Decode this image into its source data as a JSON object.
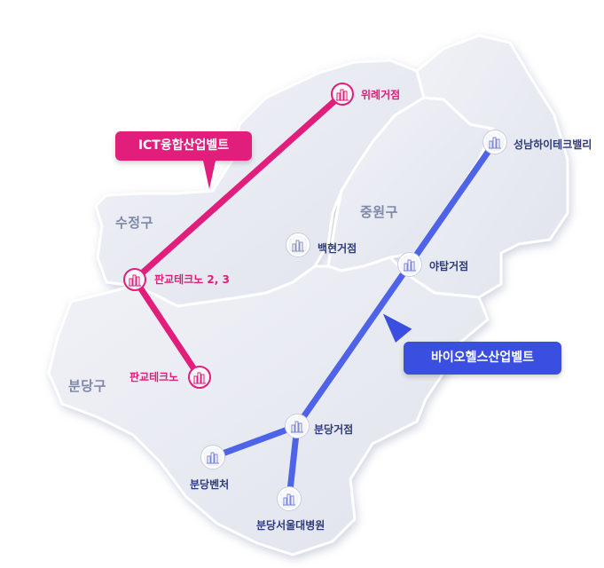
{
  "belts": {
    "ict": {
      "label": "ICT융합산업벨트",
      "color": "#e21e7c"
    },
    "bio": {
      "label": "바이오헬스산업벨트",
      "color": "#3a4fe0"
    }
  },
  "districts": {
    "sujeong": "수정구",
    "jungwon": "중원구",
    "bundang": "분당구"
  },
  "sites": {
    "wirye": "위례거점",
    "pangyo23": "판교테크노 2, 3",
    "pangyo": "판교테크노",
    "baekhyeon": "백현거점",
    "seongnam_hightech": "성남하이테크밸리",
    "yatap": "야탑거점",
    "bundang_hub": "분당거점",
    "bundang_venture": "분당벤처",
    "snu_bundang": "분당서울대병원"
  },
  "colors": {
    "map_fill": "#e7e9f1",
    "map_edge": "#d2d6e4",
    "pink": "#e21e7c",
    "blue": "#4f63e8"
  }
}
